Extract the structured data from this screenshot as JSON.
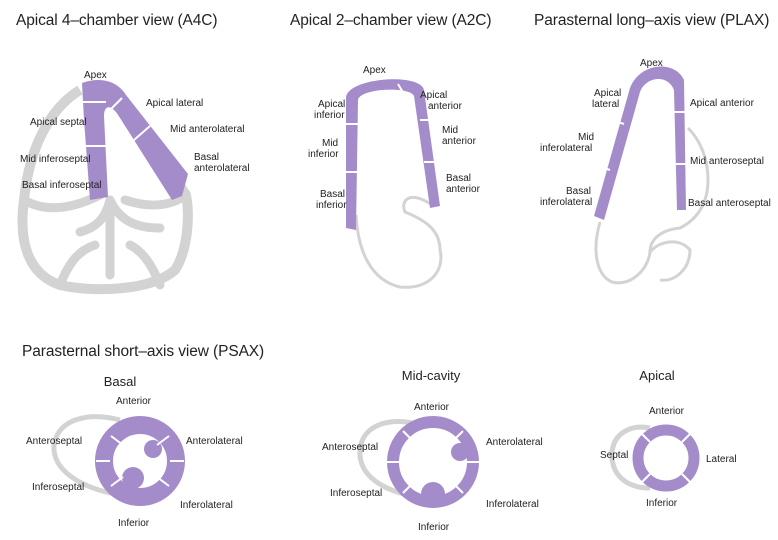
{
  "colors": {
    "segment": "#a48ccb",
    "divider": "#ffffff",
    "wall": "#d3d3d3",
    "text": "#222222"
  },
  "views": {
    "a4c": {
      "title": "Apical 4–chamber view (A4C)",
      "labels": {
        "apex": "Apex",
        "apical_septal": "Apical septal",
        "mid_inferoseptal": "Mid inferoseptal",
        "basal_inferoseptal": "Basal inferoseptal",
        "apical_lateral": "Apical lateral",
        "mid_anterolateral": "Mid anterolateral",
        "basal_anterolateral": [
          "Basal",
          "anterolateral"
        ]
      }
    },
    "a2c": {
      "title": "Apical 2–chamber view (A2C)",
      "labels": {
        "apex": "Apex",
        "apical_inferior": [
          "Apical",
          "inferior"
        ],
        "mid_inferior": [
          "Mid",
          "inferior"
        ],
        "basal_inferior": [
          "Basal",
          "inferior"
        ],
        "apical_anterior": [
          "Apical",
          "anterior"
        ],
        "mid_anterior": [
          "Mid",
          "anterior"
        ],
        "basal_anterior": [
          "Basal",
          "anterior"
        ]
      }
    },
    "plax": {
      "title": "Parasternal long–axis view (PLAX)",
      "labels": {
        "apex": "Apex",
        "apical_lateral": [
          "Apical",
          "lateral"
        ],
        "mid_inferolateral": [
          "Mid",
          "inferolateral"
        ],
        "basal_inferolateral": [
          "Basal",
          "inferolateral"
        ],
        "apical_anterior": "Apical anterior",
        "mid_anteroseptal": "Mid anteroseptal",
        "basal_anteroseptal": "Basal anteroseptal"
      }
    },
    "psax": {
      "title": "Parasternal short–axis view (PSAX)",
      "basal": {
        "label": "Basal",
        "anterior": "Anterior",
        "anteroseptal": "Anteroseptal",
        "anterolateral": "Anterolateral",
        "inferoseptal": "Inferoseptal",
        "inferolateral": "Inferolateral",
        "inferior": "Inferior"
      },
      "mid": {
        "label": "Mid-cavity",
        "anterior": "Anterior",
        "anteroseptal": "Anteroseptal",
        "anterolateral": "Anterolateral",
        "inferoseptal": "Inferoseptal",
        "inferolateral": "Inferolateral",
        "inferior": "Inferior"
      },
      "apical": {
        "label": "Apical",
        "anterior": "Anterior",
        "septal": "Septal",
        "lateral": "Lateral",
        "inferior": "Inferior"
      }
    }
  }
}
